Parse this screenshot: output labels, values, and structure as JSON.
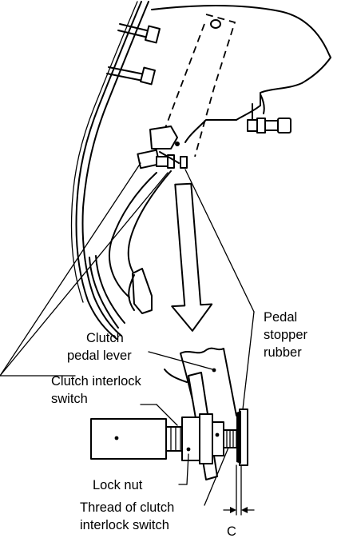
{
  "labels": {
    "pedal_stopper_rubber": [
      "Pedal",
      "stopper",
      "rubber"
    ],
    "clutch_pedal_lever": [
      "Clutch",
      "pedal lever"
    ],
    "clutch_interlock_switch": [
      "Clutch interlock",
      "switch"
    ],
    "lock_nut": "Lock nut",
    "thread_of_switch": [
      "Thread of clutch",
      "interlock switch"
    ],
    "clearance": "C"
  }
}
